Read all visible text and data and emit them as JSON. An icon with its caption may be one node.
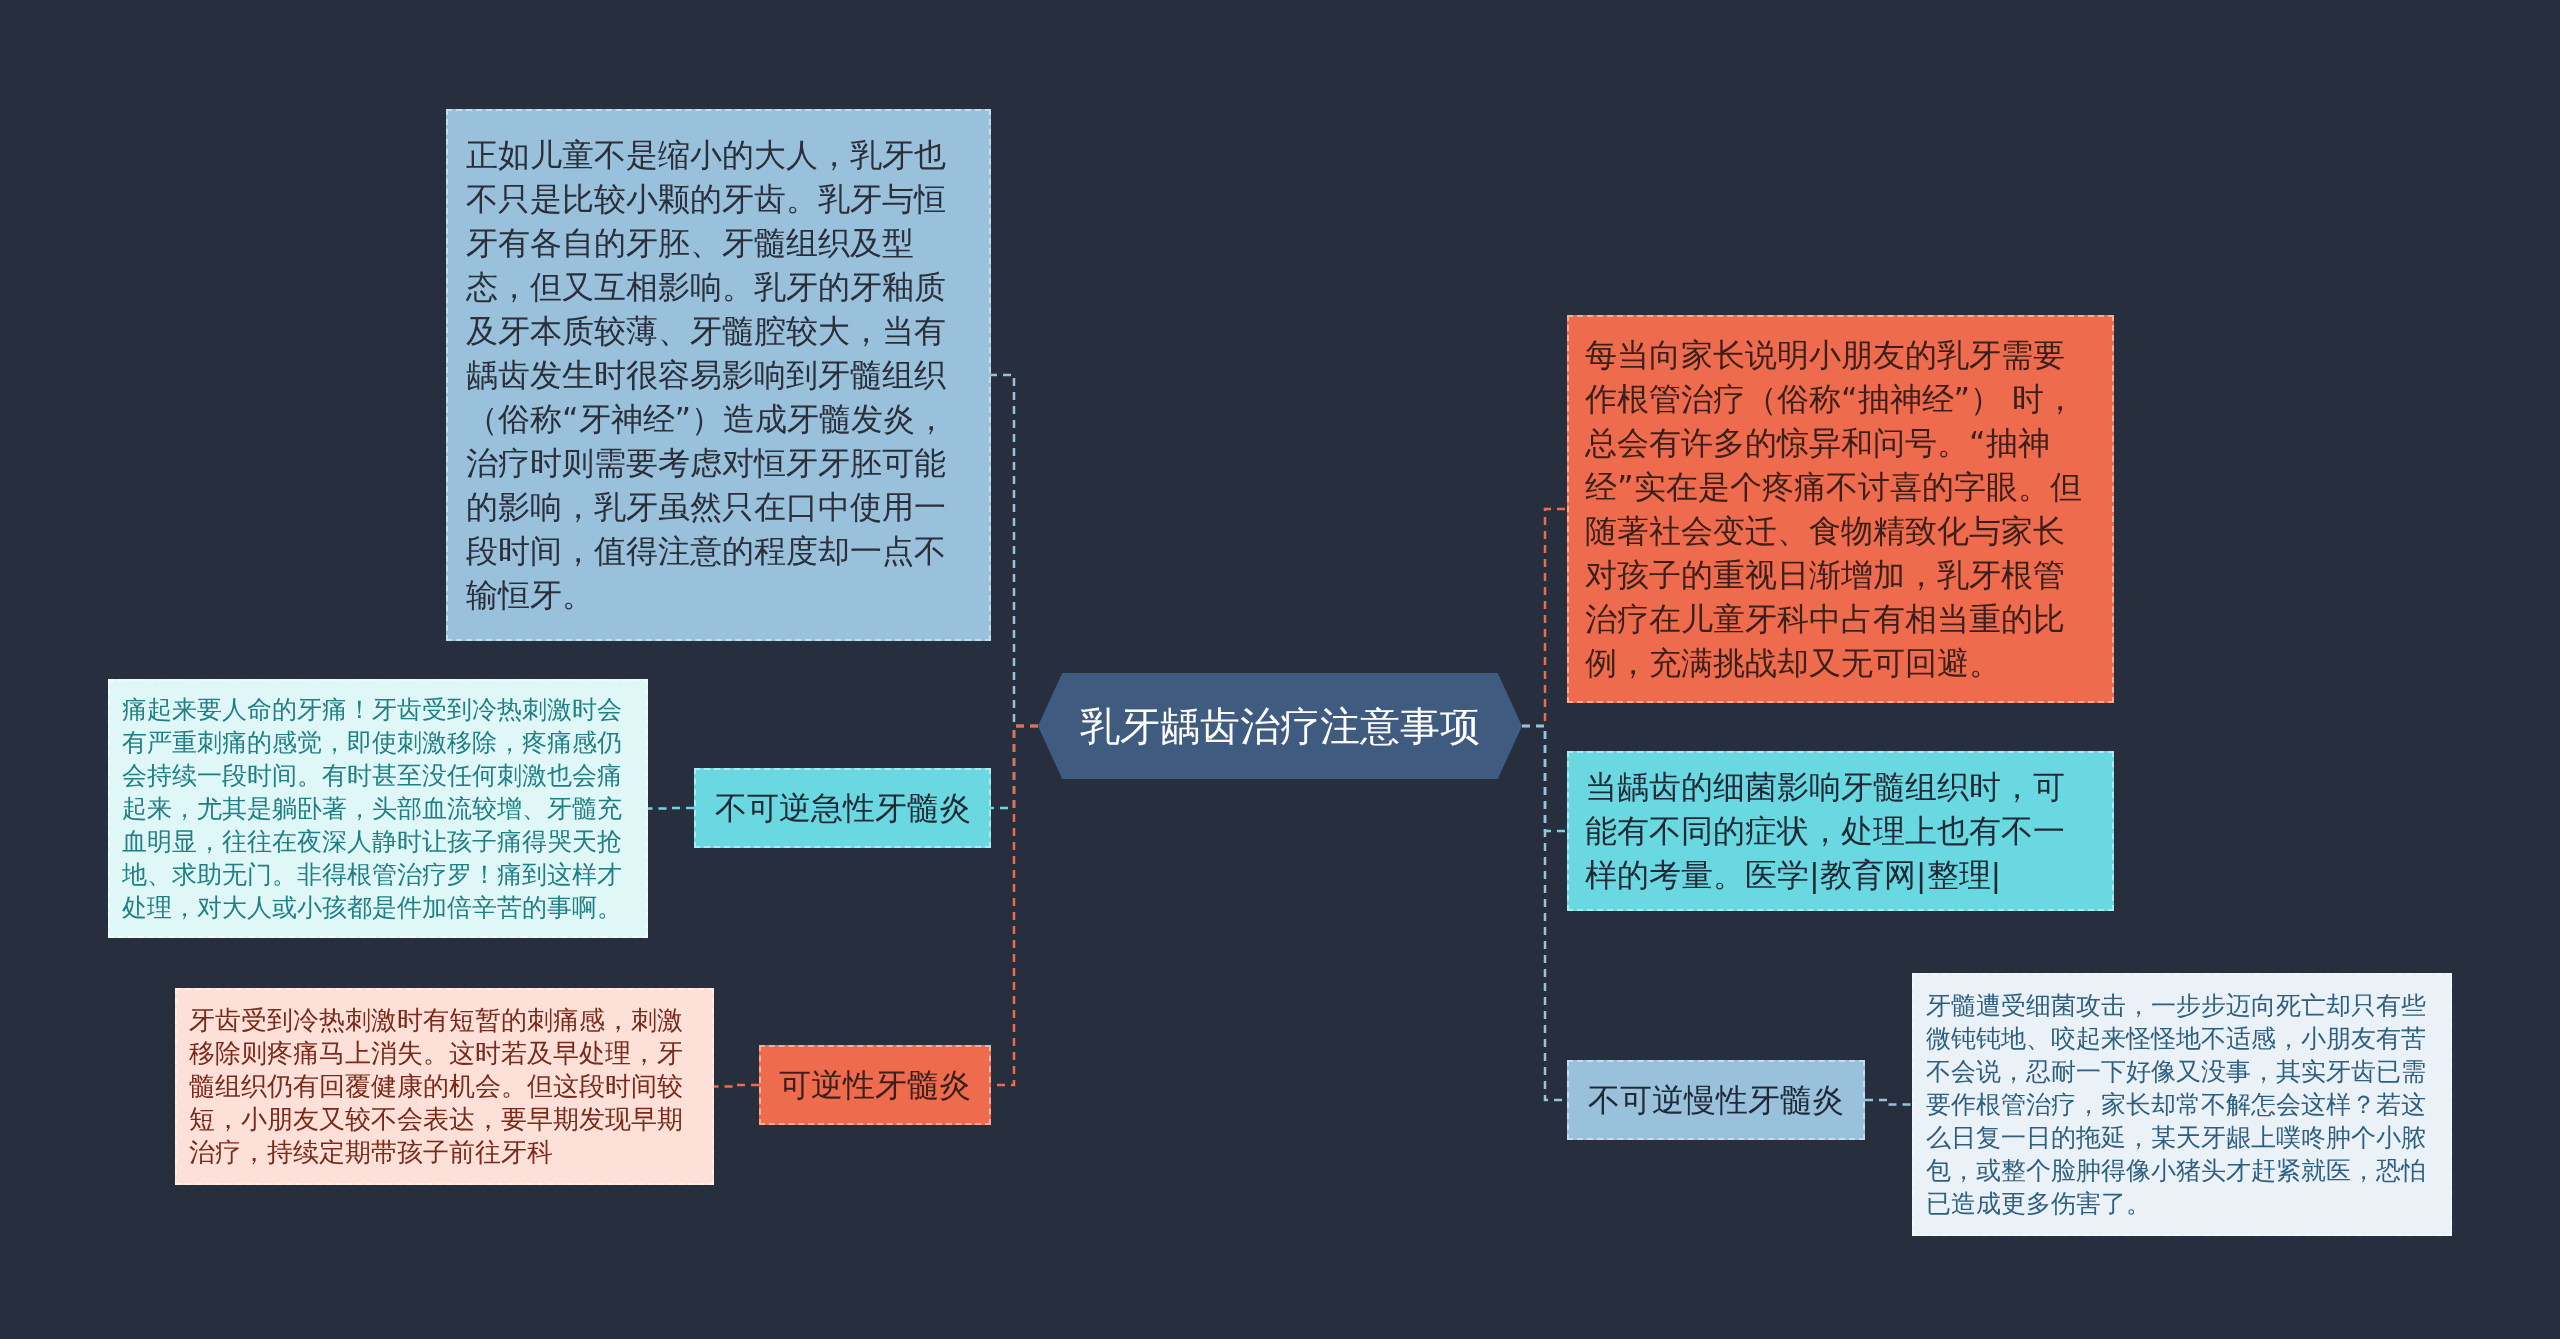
{
  "diagram": {
    "nodes": [
      {
        "text": [
          "乳牙龋齿治疗注意事项"
        ]
      },
      {
        "text": [
          "正如儿童不是缩小的大人，乳牙也不只是比较小颗的牙齿。乳牙与恒牙有各自的牙胚、牙髓组织及型态，但又互相影响。乳牙的牙釉质及牙本质较薄、牙髓腔较大，当有龋齿发生时很容易影响到牙髓组织（俗称“牙神经”）造成牙髓发炎，治疗时则需要考虑对恒牙牙胚可能的影响，乳牙虽然只在口中使用一段时间，值得注意的程度却一点不输恒牙。"
        ]
      },
      {
        "text": [
          "不可逆急性牙髓炎"
        ]
      },
      {
        "text": [
          "痛起来要人命的牙痛！牙齿受到冷热刺激时会有严重刺痛的感觉，即使刺激移除，疼痛感仍会持续一段时间。有时甚至没任何刺激也会痛起来，尤其是躺卧著，头部血流较增、牙髓充血明显，往往在夜深人静时让孩子痛得哭天抢地、求助无门。非得根管治疗罗！痛到这样才处理，对大人或小孩都是件加倍辛苦的事啊。"
        ]
      },
      {
        "text": [
          "可逆性牙髓炎"
        ]
      },
      {
        "text": [
          "牙齿受到冷热刺激时有短暂的刺痛感，刺激移除则疼痛马上消失。这时若及早处理，牙髓组织仍有回覆健康的机会。但这段时间较短，小朋友又较不会表达，要早期发现早期治疗，持续定期带孩子前往牙科"
        ]
      },
      {
        "text": [
          "每当向家长说明小朋友的乳牙需要作根管治疗（俗称“抽神经”） 时，总会有许多的惊异和问号。“抽神经”实在是个疼痛不讨喜的字眼。但随著社会变迁、食物精致化与家长对孩子的重视日渐增加，乳牙根管治疗在儿童牙科中占有相当重的比例，充满挑战却又无可回避。"
        ]
      },
      {
        "text": [
          "当龋齿的细菌影响牙髓组织时，可能有不同的症状，处理上也有不一样的考量。医学|教育网|整理|"
        ]
      },
      {
        "text": [
          "不可逆慢性牙髓炎"
        ]
      },
      {
        "text": [
          "牙髓遭受细菌攻击，一步步迈向死亡却只有些微钝钝地、咬起来怪怪地不适感，小朋友有苦不会说，忍耐一下好像又没事，其实牙齿已需要作根管治疗，家长却常不解怎会这样？若这么日复一日的拖延，某天牙龈上噗咚肿个小脓包，或整个脸肿得像小猪头才赶紧就医，恐怕已造成更多伤害了。"
        ]
      }
    ],
    "edges": [
      {
        "from": 0,
        "to": 1,
        "arrow": "none",
        "style": "dashed",
        "color": "#9ac1dc"
      },
      {
        "from": 0,
        "to": 2,
        "arrow": "none",
        "style": "dashed",
        "color": "#6ad8e0"
      },
      {
        "from": 2,
        "to": 3,
        "arrow": "none",
        "style": "dashed",
        "color": "#6ad8e0"
      },
      {
        "from": 0,
        "to": 4,
        "arrow": "none",
        "style": "dashed",
        "color": "#ee6c4d"
      },
      {
        "from": 4,
        "to": 5,
        "arrow": "none",
        "style": "dashed",
        "color": "#ee6c4d"
      },
      {
        "from": 0,
        "to": 6,
        "arrow": "none",
        "style": "dashed",
        "color": "#ee6c4d"
      },
      {
        "from": 0,
        "to": 7,
        "arrow": "none",
        "style": "dashed",
        "color": "#6ad8e0"
      },
      {
        "from": 0,
        "to": 8,
        "arrow": "none",
        "style": "dashed",
        "color": "#9ac1dc"
      },
      {
        "from": 8,
        "to": 9,
        "arrow": "none",
        "style": "dashed",
        "color": "#9ac1dc"
      }
    ]
  }
}
